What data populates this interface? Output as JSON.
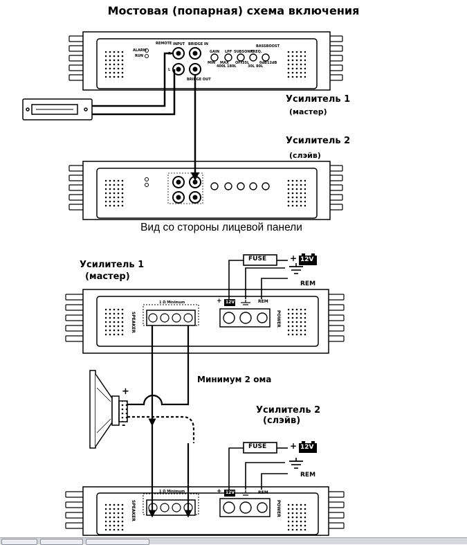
{
  "page_title": "Мостовая (попарная) схема включения",
  "front_caption": "Вид со стороны лицевой панели",
  "top_section": {
    "amp1_label": "Усилитель 1",
    "amp1_role": "(мастер)",
    "amp2_label": "Усилитель 2",
    "amp2_role": "(слэйв)",
    "panel": {
      "remote": "REMOTE",
      "input": "INPUT",
      "bridge_in": "BRIDGE IN",
      "bridge_out": "BRIDGE OUT",
      "alarm": "ALARM",
      "run": "RUN",
      "r": "R",
      "l": "L",
      "gain": "GAIN",
      "lpf": "LPF",
      "subsonic": "SUBSONIC",
      "bassboost": "BASSBOOST",
      "freq": "FREQ.",
      "min": "MIN",
      "max": "MAX",
      "hz400": "400L",
      "hz180": "180L",
      "off": "OFF",
      "hz35": "35L",
      "hz30": "30L",
      "hz80": "80L",
      "db0": "0dB",
      "db12": "12dB"
    }
  },
  "bottom_section": {
    "amp1_label": "Усилитель 1",
    "amp1_role": "(мастер)",
    "amp2_label": "Усилитель 2",
    "amp2_role": "(слэйв)",
    "min_impedance": "Минимум 2 ома",
    "fuse": "FUSE",
    "plus": "+",
    "v12": "12V",
    "rem": "REM",
    "speaker": "SPEAKER",
    "power": "POWER",
    "minimum_note": "1 Ω Minimum",
    "plus_sign": "+",
    "minus_sign": "-"
  }
}
